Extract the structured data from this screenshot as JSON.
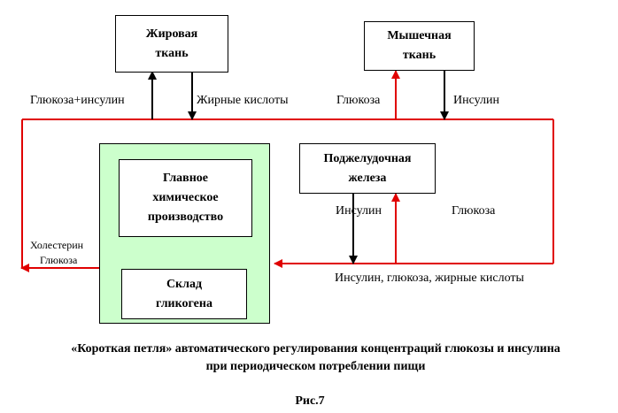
{
  "boxes": {
    "adipose": "Жировая\nткань",
    "muscle": "Мышечная\nткань",
    "pancreas": "Поджелудочная\nжелеза",
    "main_chemical": "Главное\nхимическое\nпроизводство",
    "glycogen": "Склад\nгликогена"
  },
  "labels": {
    "glucose_insulin": "Глюкоза+инсулин",
    "fatty_acids": "Жирные кислоты",
    "glucose_muscle": "Глюкоза",
    "insulin_muscle": "Инсулин",
    "insulin_pancreas": "Инсулин",
    "glucose_pancreas": "Глюкоза",
    "cholesterol": "Холестерин",
    "glucose_left": "Глюкоза",
    "bottom_line": "Инсулин, глюкоза, жирные кислоты"
  },
  "caption": {
    "line1": "«Короткая петля» автоматического регулирования концентраций глюкозы и инсулина",
    "line2": "при периодическом потреблении пищи",
    "figure": "Рис.7"
  },
  "colors": {
    "red_line": "#e00000",
    "black_line": "#000000",
    "panel_fill": "#ccffcc",
    "double_arrow": "#3366ff"
  }
}
